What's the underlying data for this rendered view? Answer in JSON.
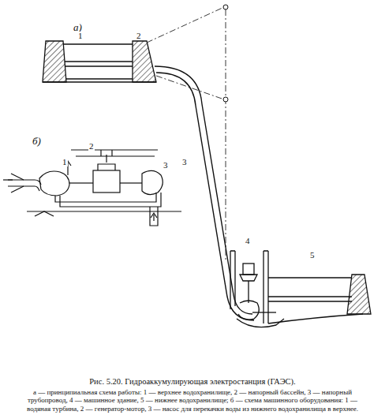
{
  "diagram": {
    "caption": "Рис. 5.20. Гидроаккумулирующая электростанция (ГАЭС).",
    "labels": [
      "а)",
      "1",
      "2",
      "3",
      "4",
      "5",
      "б)",
      "1",
      "2",
      "3",
      "а — принципиальная схема работы: 1 — верхнее водохранилище, 2 — напорный бассейн, 3 — напорный трубопровод, 4 — машинное здание, 5 — нижнее водохранилище; б — схема машинного оборудования: 1 — водяная турбина, 2 — генератор-мотор, 3 — насос для перекачки воды из нижнего водохранилища в верхнее."
    ]
  }
}
